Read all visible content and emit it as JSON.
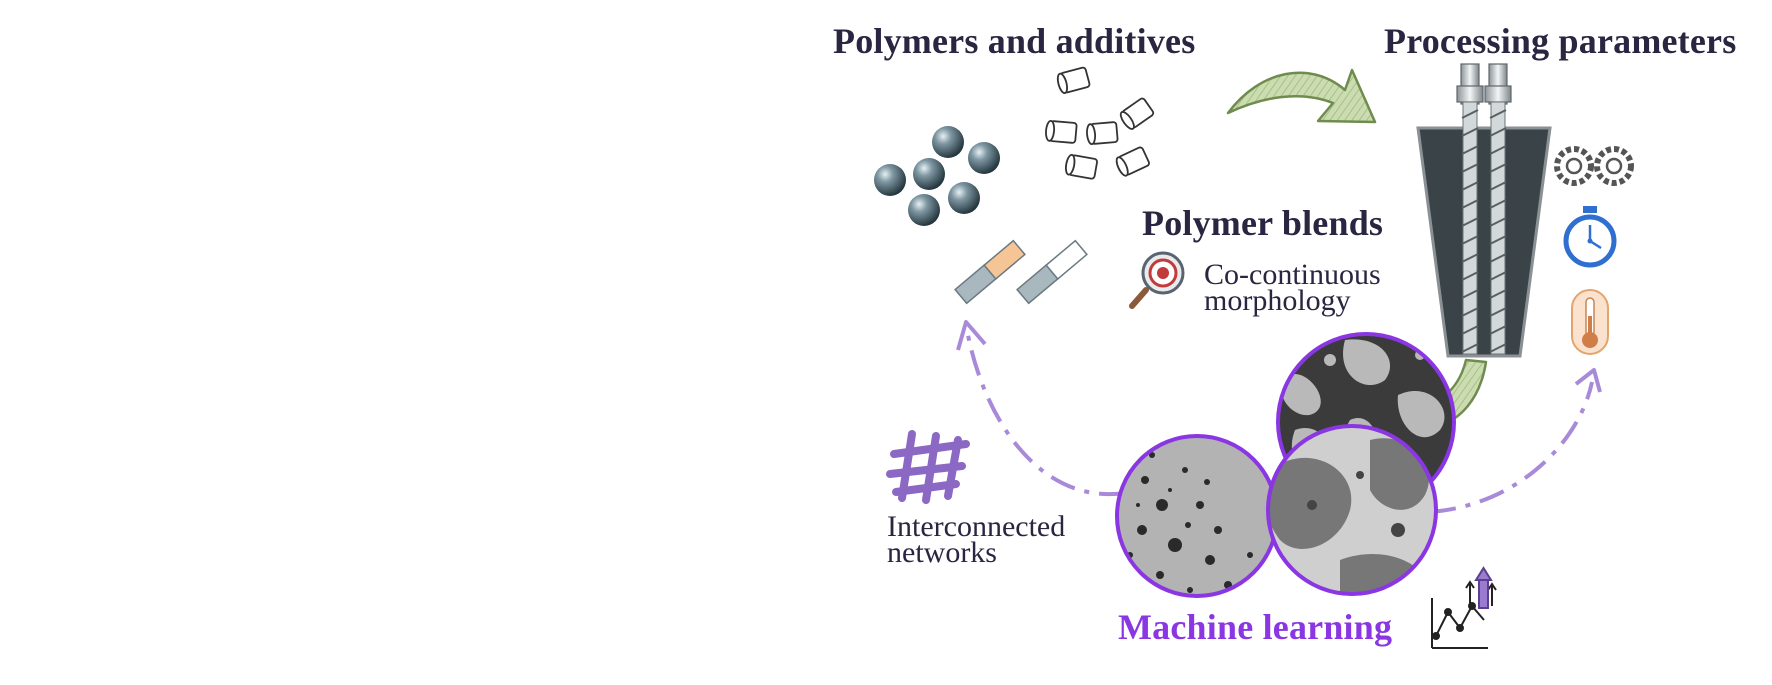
{
  "diagram": {
    "labels": {
      "polymers_additives": "Polymers and additives",
      "processing_parameters": "Processing parameters",
      "polymer_blends": "Polymer blends",
      "cocontinuous_line1": "Co-continuous",
      "cocontinuous_line2": "morphology",
      "interconnected_line1": "Interconnected",
      "interconnected_line2": "networks",
      "machine_learning": "Machine learning"
    },
    "colors": {
      "text": "#2a2540",
      "machine_learning": "#8a36e2",
      "circle_border": "#8a36e2",
      "dashed_arrow": "#a88ad8",
      "green_arrow": "#b9cf98",
      "green_arrow_outline": "#6f8c4e",
      "extruder": "#3a4347",
      "pellet_blue": "#4e6b78",
      "network_purple": "#8a68c4"
    },
    "icons": {
      "beads": "spheres-icon",
      "pellets": "cylinder-pellets-icon",
      "strips": "sample-strips-icon",
      "extruder": "twin-screw-extruder-icon",
      "gears": "gears-icon",
      "stopwatch": "stopwatch-icon",
      "thermometer": "thermometer-icon",
      "target": "magnifier-target-icon",
      "network": "network-lattice-icon",
      "chart": "trend-chart-icon"
    }
  }
}
